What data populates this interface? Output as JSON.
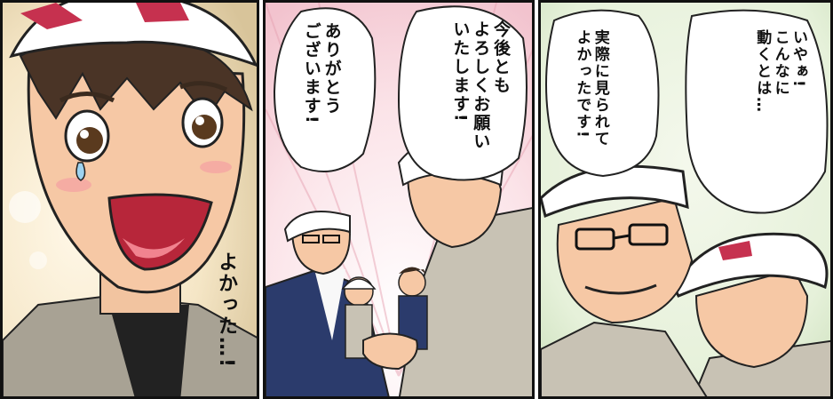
{
  "panels": {
    "left": {
      "caption": "よかった…!"
    },
    "middle": {
      "bubble_a": "今後とも\nよろしくお願い\nいたします!",
      "bubble_b": "ありがとう\nございます!"
    },
    "right": {
      "bubble_a": "実際に見られて\nよかったです!",
      "bubble_b": "いやぁ!\nこんなに\n動くとは…"
    }
  },
  "colors": {
    "background_warm": "#fff6e5",
    "background_pink": "#f8d6dd",
    "background_green": "#e6f1da",
    "helmet": "#ffffff",
    "helmet_stripe": "#c6314f",
    "suit": "#2b3b6c",
    "work_uniform": "#c8c2b4",
    "skin": "#f6c8a5",
    "hair": "#4a3426"
  },
  "icons": [
    "worker-face",
    "helmet",
    "handshake",
    "speech-bubble"
  ]
}
